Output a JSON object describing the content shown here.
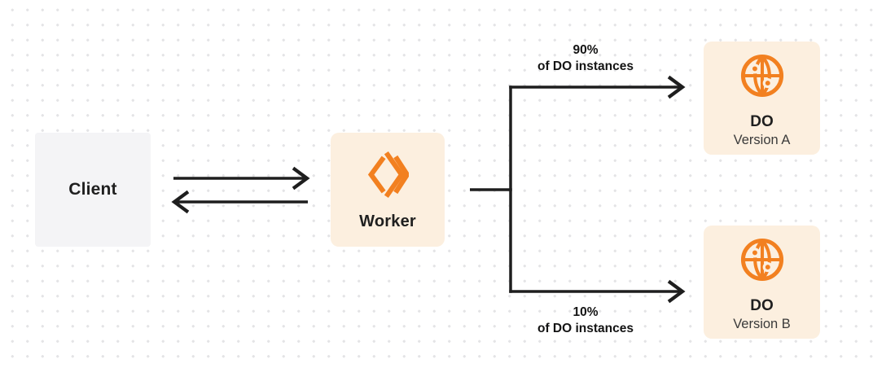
{
  "colors": {
    "background": "#ffffff",
    "grid_dot": "#e4e4e6",
    "line": "#1e1e1e",
    "accent_orange": "#f28020",
    "node_cream": "#fcefdf",
    "node_gray": "#f4f4f6",
    "text_primary": "#1f1f1f",
    "text_secondary": "#3a3a3a"
  },
  "nodes": {
    "client": {
      "label": "Client"
    },
    "worker": {
      "label": "Worker",
      "icon": "cloudflare-workers-logo"
    },
    "do_version_a": {
      "title": "DO",
      "subtitle": "Version A",
      "icon": "durable-object-globe"
    },
    "do_version_b": {
      "title": "DO",
      "subtitle": "Version B",
      "icon": "durable-object-globe"
    }
  },
  "edges": {
    "client_worker": {
      "style": "two arrows, request right and response left"
    },
    "branch_top": {
      "percent": "90%",
      "caption": "of DO instances"
    },
    "branch_bottom": {
      "percent": "10%",
      "caption": "of DO instances"
    }
  }
}
